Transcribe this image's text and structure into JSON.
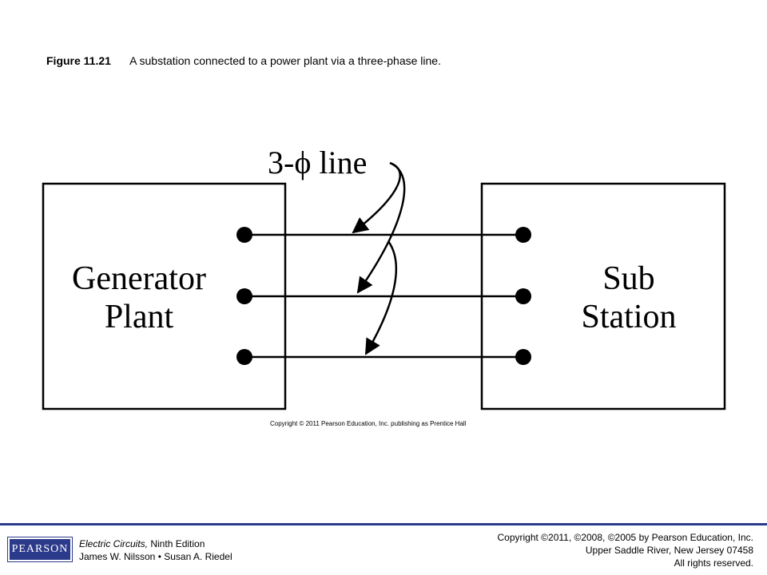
{
  "caption": {
    "figure_number": "Figure 11.21",
    "text": "A substation connected to a power plant via a three-phase line."
  },
  "diagram": {
    "line_label": "3-ϕ line",
    "left_box_lines": [
      "Generator",
      "Plant"
    ],
    "right_box_lines": [
      "Sub",
      "Station"
    ],
    "phase_count": 3
  },
  "image_copyright": "Copyright © 2011 Pearson Education, Inc. publishing as Prentice Hall",
  "footer": {
    "logo_text": "PEARSON",
    "book_title": "Electric Circuits,",
    "book_edition": " Ninth Edition",
    "authors": "James W. Nilsson • Susan A. Riedel",
    "copyright_line1": "Copyright ©2011, ©2008, ©2005 by Pearson Education, Inc.",
    "copyright_line2": "Upper Saddle River, New Jersey 07458",
    "copyright_line3": "All rights reserved."
  },
  "colors": {
    "brand_blue": "#2c3a8c",
    "line": "#000000"
  }
}
